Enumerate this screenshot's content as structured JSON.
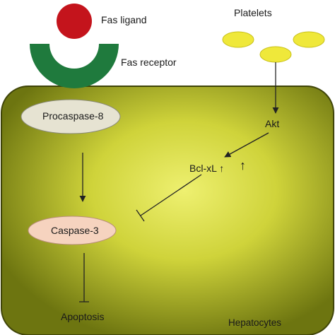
{
  "labels": {
    "fas_ligand": "Fas ligand",
    "fas_receptor": "Fas receptor",
    "platelets": "Platelets",
    "procaspase8": "Procaspase-8",
    "akt": "Akt",
    "bclxl": "Bcl-xL ↑",
    "up_arrow": "↑",
    "caspase3": "Caspase-3",
    "apoptosis": "Apoptosis",
    "hepatocytes": "Hepatocytes"
  },
  "colors": {
    "cell_center": "#e9eb62",
    "cell_edge": "#6d7510",
    "ligand": "#c4141c",
    "receptor": "#1f7a3d",
    "platelet": "#efe83a",
    "procaspase_fill": "#e6e3d2",
    "caspase_fill": "#f6d3bf",
    "arrow": "#222222"
  }
}
